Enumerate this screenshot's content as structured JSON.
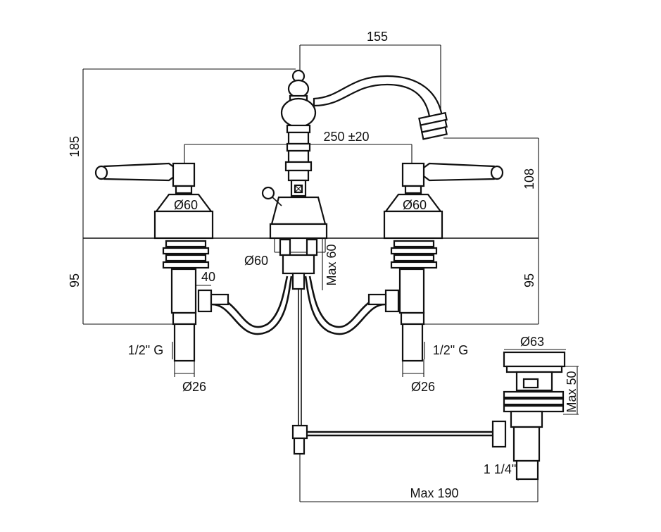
{
  "dimensions": {
    "spout_reach": "155",
    "total_height": "185",
    "centers": "250 ±20",
    "spout_height": "108",
    "handle_base_left": "Ø60",
    "handle_base_right": "Ø60",
    "spout_base": "Ø60",
    "max_deck": "Max 60",
    "below_deck_left": "95",
    "below_deck_right": "95",
    "offset_left": "40",
    "thread_left": "1/2\" G",
    "thread_right": "1/2\" G",
    "shank_left": "Ø26",
    "shank_right": "Ø26",
    "waste_diameter": "Ø63",
    "waste_height": "Max 50",
    "waste_thread": "1 1/4\"",
    "max_rod": "Max 190"
  },
  "colors": {
    "ink": "#111111",
    "paper": "#ffffff"
  }
}
